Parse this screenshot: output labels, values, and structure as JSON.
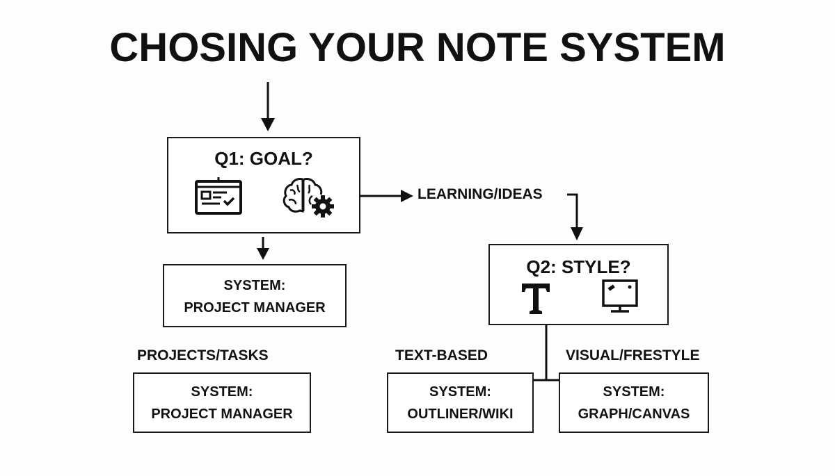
{
  "title": "CHOSING YOUR NOTE SYSTEM",
  "q1": {
    "title": "Q1: GOAL?",
    "icons": [
      "task-board-icon",
      "brain-gear-icon"
    ]
  },
  "branch_learning": "LEARNING/IDEAS",
  "q2": {
    "title": "Q2: STYLE?",
    "icons": [
      "text-t-icon",
      "monitor-canvas-icon"
    ]
  },
  "system_pm_top": {
    "line1": "SYSTEM:",
    "line2": "PROJECT MANAGER"
  },
  "branch_projects": "PROJECTS/TASKS",
  "system_pm_bottom": {
    "line1": "SYSTEM:",
    "line2": "PROJECT MANAGER"
  },
  "branch_text": "TEXT-BASED",
  "branch_visual": "VISUAL/FRESTYLE",
  "system_outliner": {
    "line1": "SYSTEM:",
    "line2": "OUTLINER/WIKI"
  },
  "system_graph": {
    "line1": "SYSTEM:",
    "line2": "GRAPH/CANVAS"
  },
  "colors": {
    "ink": "#111111",
    "background": "#fdfdfd"
  }
}
